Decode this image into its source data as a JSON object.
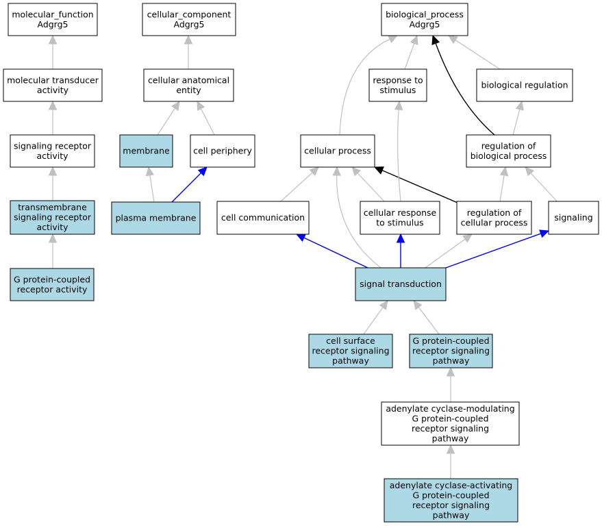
{
  "graph": {
    "colors": {
      "highlight_fill": "#add8e6",
      "plain_fill": "#ffffff",
      "edge_default": "#c0c0c0",
      "edge_blue": "#0000ff",
      "edge_black": "#000000"
    },
    "nodes": [
      {
        "id": "mf_root",
        "lines": [
          "molecular_function",
          "Adgrg5"
        ],
        "highlight": false
      },
      {
        "id": "mol_transducer",
        "lines": [
          "molecular transducer",
          "activity"
        ],
        "highlight": false
      },
      {
        "id": "sig_receptor",
        "lines": [
          "signaling receptor",
          "activity"
        ],
        "highlight": false
      },
      {
        "id": "tm_sig_receptor",
        "lines": [
          "transmembrane",
          "signaling receptor",
          "activity"
        ],
        "highlight": true
      },
      {
        "id": "gpcr_activity",
        "lines": [
          "G protein-coupled",
          "receptor activity"
        ],
        "highlight": true
      },
      {
        "id": "cc_root",
        "lines": [
          "cellular_component",
          "Adgrg5"
        ],
        "highlight": false
      },
      {
        "id": "cell_anat",
        "lines": [
          "cellular anatomical",
          "entity"
        ],
        "highlight": false
      },
      {
        "id": "membrane",
        "lines": [
          "membrane"
        ],
        "highlight": true
      },
      {
        "id": "cell_periph",
        "lines": [
          "cell periphery"
        ],
        "highlight": false
      },
      {
        "id": "plasma_membrane",
        "lines": [
          "plasma membrane"
        ],
        "highlight": true
      },
      {
        "id": "bp_root",
        "lines": [
          "biological_process",
          "Adgrg5"
        ],
        "highlight": false
      },
      {
        "id": "resp_stim",
        "lines": [
          "response to",
          "stimulus"
        ],
        "highlight": false
      },
      {
        "id": "bio_reg",
        "lines": [
          "biological regulation"
        ],
        "highlight": false
      },
      {
        "id": "cell_proc",
        "lines": [
          "cellular process"
        ],
        "highlight": false
      },
      {
        "id": "reg_bio_proc",
        "lines": [
          "regulation of",
          "biological process"
        ],
        "highlight": false
      },
      {
        "id": "cell_comm",
        "lines": [
          "cell communication"
        ],
        "highlight": false
      },
      {
        "id": "cell_resp_stim",
        "lines": [
          "cellular response",
          "to stimulus"
        ],
        "highlight": false
      },
      {
        "id": "reg_cell_proc",
        "lines": [
          "regulation of",
          "cellular process"
        ],
        "highlight": false
      },
      {
        "id": "signaling",
        "lines": [
          "signaling"
        ],
        "highlight": false
      },
      {
        "id": "sig_trans",
        "lines": [
          "signal transduction"
        ],
        "highlight": true
      },
      {
        "id": "cs_receptor_path",
        "lines": [
          "cell surface",
          "receptor signaling",
          "pathway"
        ],
        "highlight": true
      },
      {
        "id": "gpcr_path",
        "lines": [
          "G protein-coupled",
          "receptor signaling",
          "pathway"
        ],
        "highlight": true
      },
      {
        "id": "ac_mod_path",
        "lines": [
          "adenylate cyclase-modulating",
          "G protein-coupled",
          "receptor signaling",
          "pathway"
        ],
        "highlight": false
      },
      {
        "id": "ac_act_path",
        "lines": [
          "adenylate cyclase-activating",
          "G protein-coupled",
          "receptor signaling",
          "pathway"
        ],
        "highlight": true
      }
    ],
    "edges": [
      {
        "from": "mol_transducer",
        "to": "mf_root",
        "color": "gray"
      },
      {
        "from": "sig_receptor",
        "to": "mol_transducer",
        "color": "gray"
      },
      {
        "from": "tm_sig_receptor",
        "to": "sig_receptor",
        "color": "gray"
      },
      {
        "from": "gpcr_activity",
        "to": "tm_sig_receptor",
        "color": "gray"
      },
      {
        "from": "cell_anat",
        "to": "cc_root",
        "color": "gray"
      },
      {
        "from": "membrane",
        "to": "cell_anat",
        "color": "gray"
      },
      {
        "from": "cell_periph",
        "to": "cell_anat",
        "color": "gray"
      },
      {
        "from": "plasma_membrane",
        "to": "membrane",
        "color": "gray"
      },
      {
        "from": "plasma_membrane",
        "to": "cell_periph",
        "color": "blue"
      },
      {
        "from": "cell_proc",
        "to": "bp_root",
        "color": "gray"
      },
      {
        "from": "resp_stim",
        "to": "bp_root",
        "color": "gray"
      },
      {
        "from": "reg_bio_proc",
        "to": "bp_root",
        "color": "black"
      },
      {
        "from": "bio_reg",
        "to": "bp_root",
        "color": "gray"
      },
      {
        "from": "reg_bio_proc",
        "to": "bio_reg",
        "color": "gray"
      },
      {
        "from": "cell_comm",
        "to": "cell_proc",
        "color": "gray"
      },
      {
        "from": "sig_trans",
        "to": "cell_proc",
        "color": "gray"
      },
      {
        "from": "cell_resp_stim",
        "to": "cell_proc",
        "color": "gray"
      },
      {
        "from": "reg_cell_proc",
        "to": "cell_proc",
        "color": "black"
      },
      {
        "from": "cell_resp_stim",
        "to": "resp_stim",
        "color": "gray"
      },
      {
        "from": "reg_cell_proc",
        "to": "reg_bio_proc",
        "color": "gray"
      },
      {
        "from": "signaling",
        "to": "reg_bio_proc",
        "color": "gray"
      },
      {
        "from": "sig_trans",
        "to": "cell_comm",
        "color": "blue"
      },
      {
        "from": "sig_trans",
        "to": "cell_resp_stim",
        "color": "blue"
      },
      {
        "from": "sig_trans",
        "to": "reg_cell_proc",
        "color": "gray"
      },
      {
        "from": "sig_trans",
        "to": "signaling",
        "color": "blue"
      },
      {
        "from": "cs_receptor_path",
        "to": "sig_trans",
        "color": "gray"
      },
      {
        "from": "gpcr_path",
        "to": "sig_trans",
        "color": "gray"
      },
      {
        "from": "ac_mod_path",
        "to": "gpcr_path",
        "color": "gray"
      },
      {
        "from": "ac_act_path",
        "to": "ac_mod_path",
        "color": "gray"
      }
    ]
  }
}
